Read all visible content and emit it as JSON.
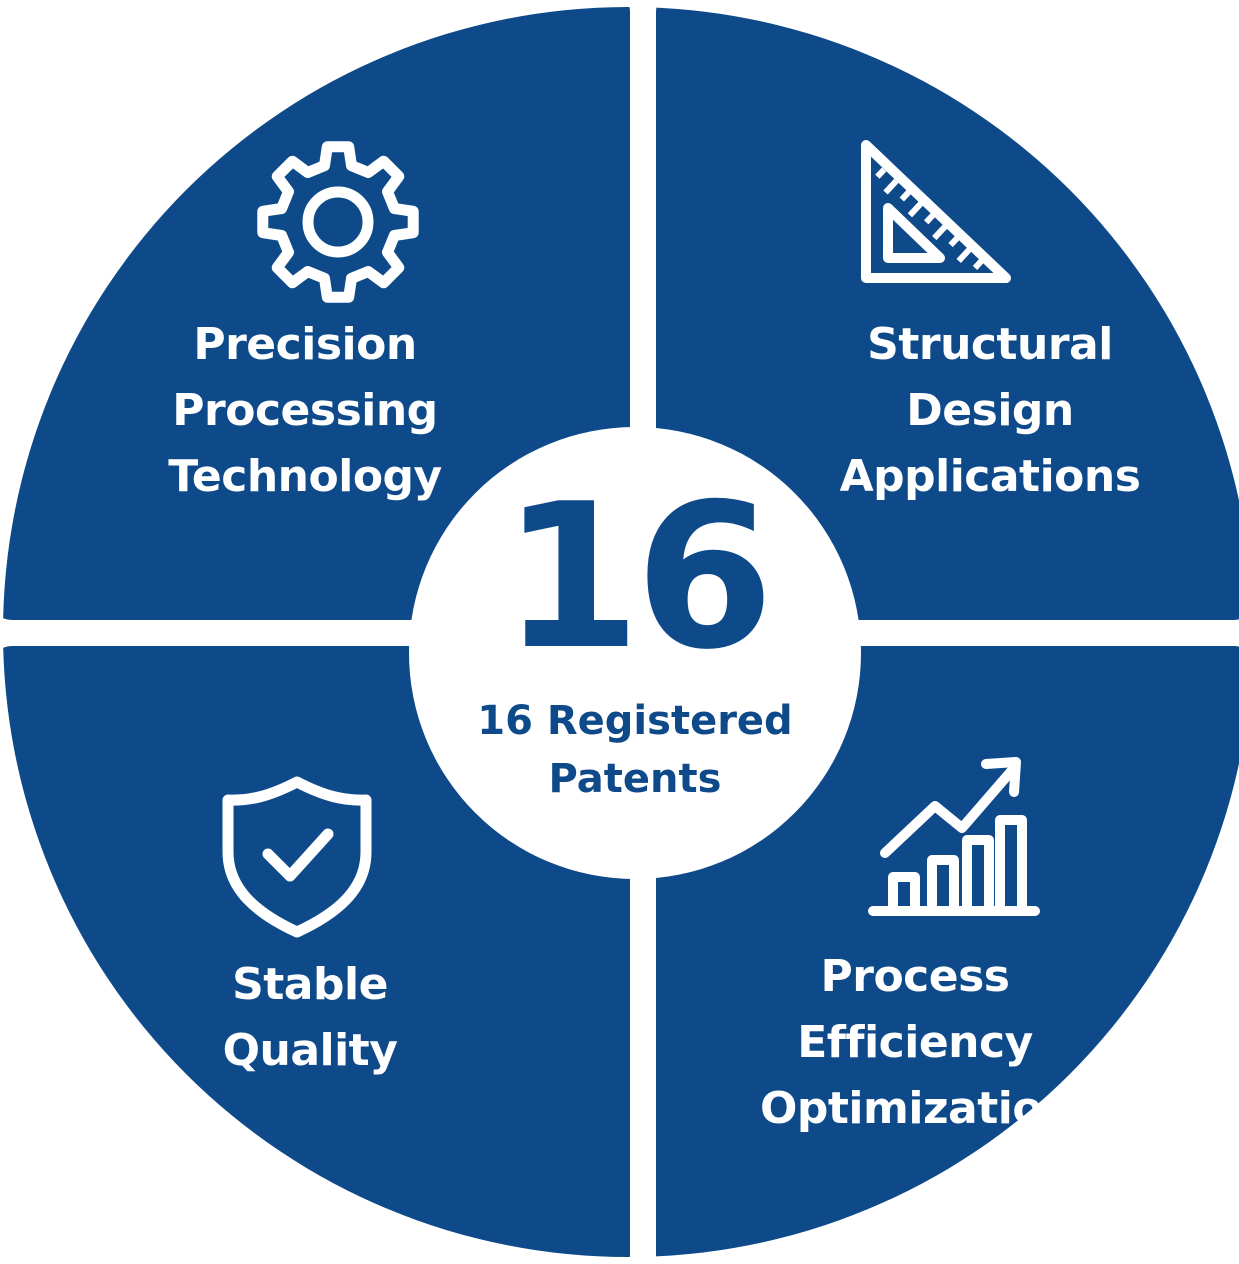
{
  "colors": {
    "quadrant_fill": "#0E4A8A",
    "center_fill": "#FFFFFF",
    "background": "#FFFFFF",
    "text_on_dark": "#FFFFFF",
    "center_text": "#0E4A8A"
  },
  "center": {
    "number": "16",
    "caption_line1": "16 Registered",
    "caption_line2": "Patents"
  },
  "quadrants": {
    "top_left": {
      "icon": "gear-icon",
      "line1": "Precision",
      "line2": "Processing",
      "line3": "Technology"
    },
    "top_right": {
      "icon": "triangle-ruler-icon",
      "line1": "Structural",
      "line2": "Design",
      "line3": "Applications"
    },
    "bottom_left": {
      "icon": "shield-check-icon",
      "line1": "Stable",
      "line2": "Quality"
    },
    "bottom_right": {
      "icon": "bar-chart-growth-icon",
      "line1": "Process",
      "line2": "Efficiency",
      "line3": "Optimization"
    }
  }
}
